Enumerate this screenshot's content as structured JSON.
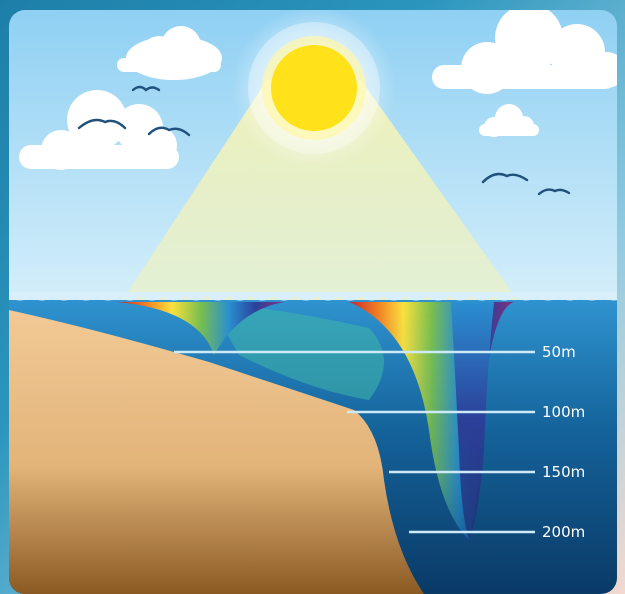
{
  "depth_markers": [
    {
      "label": "50m",
      "depth_m": 50
    },
    {
      "label": "100m",
      "depth_m": 100
    },
    {
      "label": "150m",
      "depth_m": 150
    },
    {
      "label": "200m",
      "depth_m": 200
    }
  ],
  "colors": {
    "sky_top": "#8fd0f3",
    "sky_bottom": "#d6effa",
    "sun": "#ffe21a",
    "sun_halo": "#fff6b0",
    "sea_surface": "#2f93cf",
    "sea_deep": "#0a3a66",
    "coast_sand": "#f2c995",
    "coast_deep": "#8a5a22",
    "bird": "#20507c",
    "spectrum": [
      "#c8252b",
      "#f57c20",
      "#fde23b",
      "#7cc04b",
      "#2a8fd0",
      "#2c3f99",
      "#8a2d7a"
    ]
  },
  "icons": [
    "sun-icon",
    "cloud-icon",
    "bird-icon"
  ]
}
